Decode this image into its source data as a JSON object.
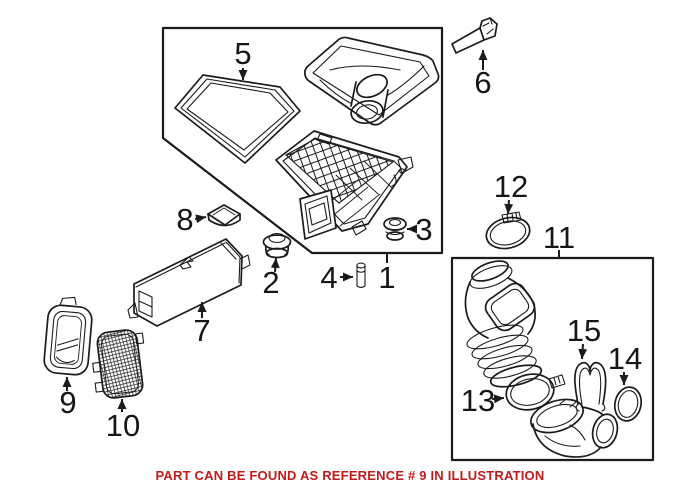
{
  "illustration": {
    "background_color": "#ffffff",
    "line_color": "#1b1b1b",
    "callouts": {
      "c1": "1",
      "c2": "2",
      "c3": "3",
      "c4": "4",
      "c5": "5",
      "c6": "6",
      "c7": "7",
      "c8": "8",
      "c9": "9",
      "c10": "10",
      "c11": "11",
      "c12": "12",
      "c13": "13",
      "c14": "14",
      "c15": "15"
    },
    "note": {
      "text": "PART CAN BE FOUND AS REFERENCE # 9 IN ILLUSTRATION",
      "color": "#c11b1b"
    }
  }
}
